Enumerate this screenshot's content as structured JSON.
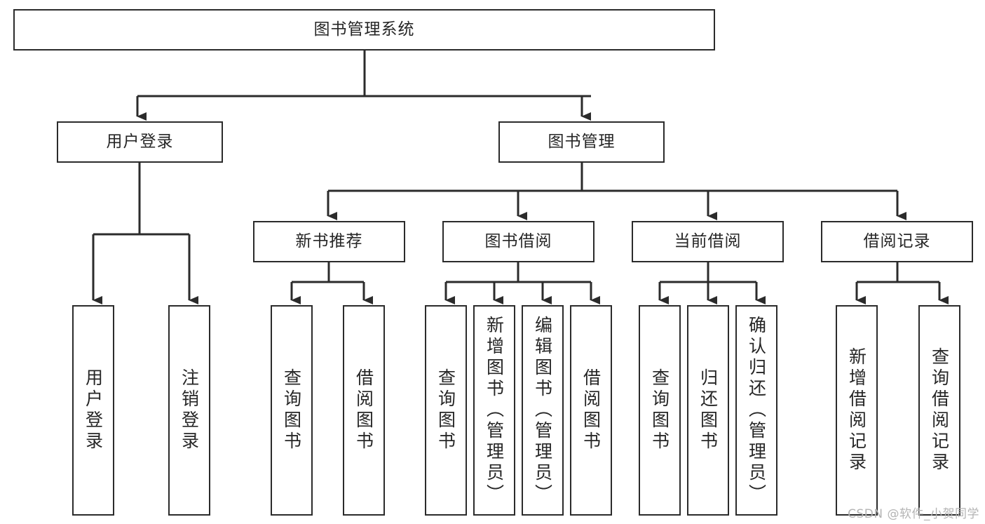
{
  "diagram": {
    "title": "图书管理系统",
    "type": "tree-hierarchy-chart",
    "line_color": "#2b2b2b",
    "text_color": "#262626",
    "background": "#ffffff",
    "watermark": "CSDN @软件_小贺同学"
  },
  "root": {
    "label": "图书管理系统"
  },
  "level2": [
    {
      "label": "用户登录"
    },
    {
      "label": "图书管理"
    }
  ],
  "level3": [
    {
      "label": "新书推荐"
    },
    {
      "label": "图书借阅"
    },
    {
      "label": "当前借阅"
    },
    {
      "label": "借阅记录"
    }
  ],
  "leaves": {
    "user_login": [
      {
        "label": "用户登录"
      },
      {
        "label": "注销登录"
      }
    ],
    "new_book_recommend": [
      {
        "label": "查询图书"
      },
      {
        "label": "借阅图书"
      }
    ],
    "book_borrow": [
      {
        "label": "查询图书"
      },
      {
        "label": "新增图书（管理员）"
      },
      {
        "label": "编辑图书（管理员）"
      },
      {
        "label": "借阅图书"
      }
    ],
    "current_borrow": [
      {
        "label": "查询图书"
      },
      {
        "label": "归还图书"
      },
      {
        "label": "确认归还（管理员）"
      }
    ],
    "borrow_record": [
      {
        "label": "新增借阅记录"
      },
      {
        "label": "查询借阅记录"
      }
    ]
  }
}
